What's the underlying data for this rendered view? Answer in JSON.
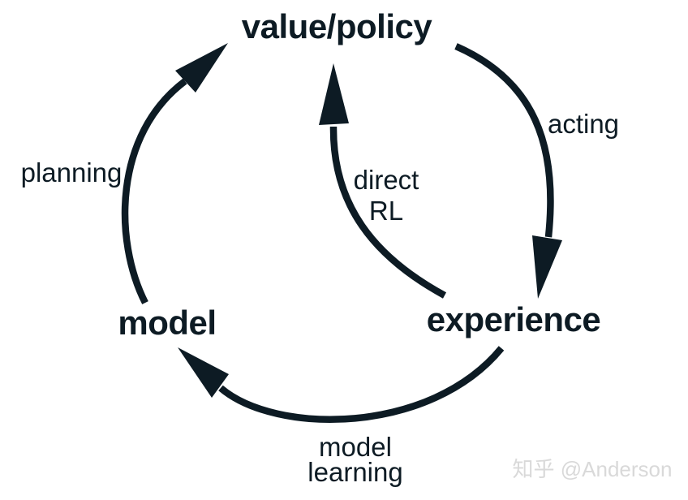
{
  "canvas": {
    "background": "#ffffff",
    "ink_color": "#0d1b24",
    "watermark_color": "#d9d9d9"
  },
  "diagram": {
    "description": "cycle diagram linking value/policy, experience and model with four labeled arrows",
    "nodes": {
      "valuePolicy": {
        "label": "value/policy"
      },
      "experience": {
        "label": "experience"
      },
      "model": {
        "label": "model"
      }
    },
    "edges": {
      "acting": {
        "label": "acting",
        "from": "value/policy",
        "to": "experience"
      },
      "directRL": {
        "line1": "direct",
        "line2": "RL",
        "from": "experience",
        "to": "value/policy"
      },
      "modelLearning": {
        "line1": "model",
        "line2": "learning",
        "from": "experience",
        "to": "model"
      },
      "planning": {
        "label": "planning",
        "from": "model",
        "to": "value/policy"
      }
    }
  },
  "watermark": {
    "text": "知乎 @Anderson"
  }
}
